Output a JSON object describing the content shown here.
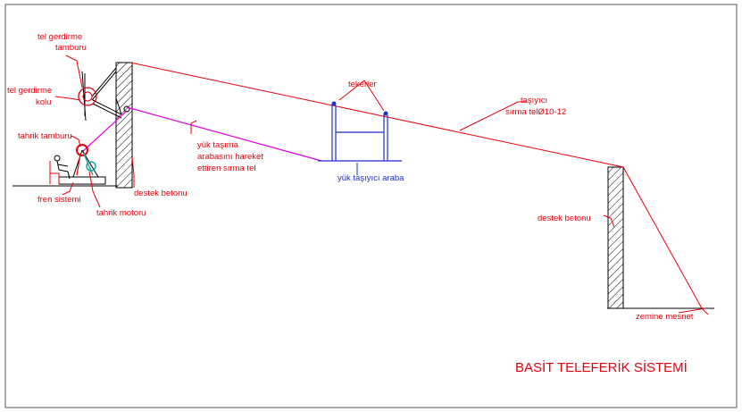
{
  "diagram": {
    "title": "BASİT TELEFERİK SİSTEMİ",
    "labels": {
      "tensioner_drum_line1": "tel gerdirme",
      "tensioner_drum_line2": "tamburu",
      "tensioner_arm_line1": "tel gerdirme",
      "tensioner_arm_line2": "kolu",
      "drive_drum": "tahrik tamburu",
      "brake_system": "fren sistemi",
      "drive_motor": "tahrik motoru",
      "support_concrete_left": "destek betonu",
      "haul_rope_line1": "yük taşıma",
      "haul_rope_line2": "arabasını hareket",
      "haul_rope_line3": "ettiren sırma tel",
      "wheels": "tekerler",
      "carrier_cart": "yük taşıyıcı araba",
      "carrier_rope_line1": "taşıyıcı",
      "carrier_rope_line2": "sırma telØ10-12",
      "support_concrete_right": "destek betonu",
      "ground_anchor": "zemine mesnet"
    },
    "colors": {
      "cable": "#e8000b",
      "haul_rope": "#e000e0",
      "cart": "#1f2fd0",
      "motor": "#1aa7a0",
      "structure": "#000000"
    }
  }
}
